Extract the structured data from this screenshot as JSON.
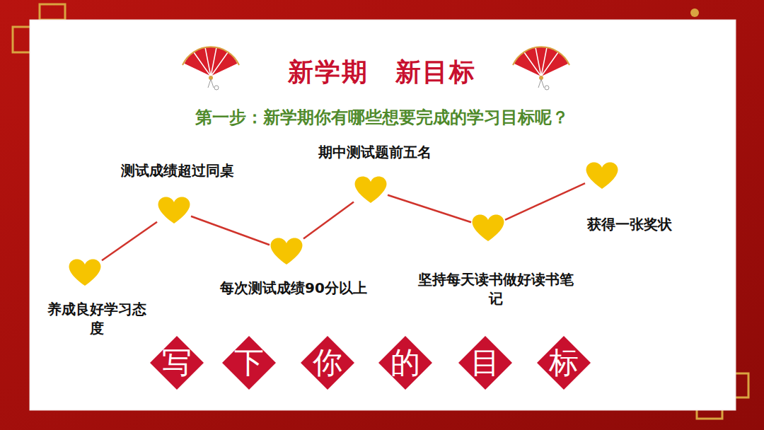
{
  "diagram": {
    "title": "新学期　新目标",
    "nodes": [
      {
        "text": [
          "养成良好学习态度"
        ]
      },
      {
        "text": [
          "测试成绩超过同桌"
        ]
      },
      {
        "text": [
          "每次测试成绩90分以上"
        ]
      },
      {
        "text": [
          "期中测试题前五名"
        ]
      },
      {
        "text": [
          "坚持每天读书做好读书笔记"
        ]
      },
      {
        "text": [
          "获得一张奖状"
        ]
      },
      {
        "text": [
          "写"
        ]
      },
      {
        "text": [
          "下"
        ]
      },
      {
        "text": [
          "你"
        ]
      },
      {
        "text": [
          "的"
        ]
      },
      {
        "text": [
          "目"
        ]
      },
      {
        "text": [
          "标"
        ]
      }
    ],
    "edges": [
      {
        "from": 0,
        "to": 1,
        "arrow": "none"
      },
      {
        "from": 1,
        "to": 2,
        "arrow": "none"
      },
      {
        "from": 2,
        "to": 3,
        "arrow": "none"
      },
      {
        "from": 3,
        "to": 4,
        "arrow": "none"
      },
      {
        "from": 4,
        "to": 5,
        "arrow": "none"
      }
    ],
    "labels": [
      "第一步：新学期你有哪些想要完成的学习目标呢？"
    ]
  }
}
